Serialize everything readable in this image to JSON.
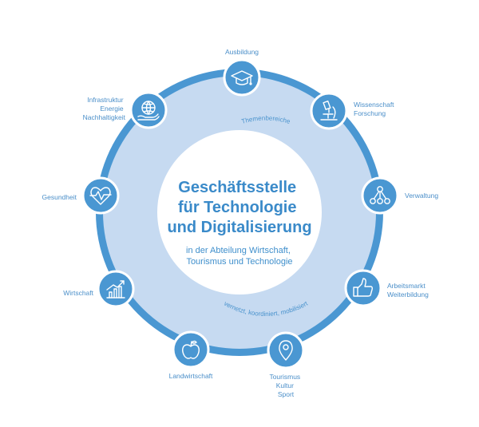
{
  "center": {
    "title_lines": [
      "Geschäftsstelle",
      "für Technologie",
      "und Digitalisierung"
    ],
    "subtitle_lines": [
      "in der Abteilung Wirtschaft,",
      "Tourismus und Technologie"
    ]
  },
  "arc_top": "Themenbereiche",
  "arc_bottom": "vernetzt, koordiniert, mobilisiert",
  "colors": {
    "ring": "#4a97d2",
    "band": "#c6daf1",
    "text": "#4b8fc9",
    "node_border": "#ffffff"
  },
  "nodes": [
    {
      "id": "ausbildung",
      "icon": "graduation-cap-icon",
      "label_lines": [
        "Ausbildung"
      ]
    },
    {
      "id": "wissenschaft",
      "icon": "microscope-icon",
      "label_lines": [
        "Wissenschaft",
        "Forschung"
      ]
    },
    {
      "id": "verwaltung",
      "icon": "network-icon",
      "label_lines": [
        "Verwaltung"
      ]
    },
    {
      "id": "arbeitsmarkt",
      "icon": "thumbs-up-icon",
      "label_lines": [
        "Arbeitsmarkt",
        "Weiterbildung"
      ]
    },
    {
      "id": "tourismus",
      "icon": "location-pin-icon",
      "label_lines": [
        "Tourismus",
        "Kultur",
        "Sport"
      ]
    },
    {
      "id": "landwirtschaft",
      "icon": "apple-icon",
      "label_lines": [
        "Landwirtschaft"
      ]
    },
    {
      "id": "wirtschaft",
      "icon": "bar-chart-icon",
      "label_lines": [
        "Wirtschaft"
      ]
    },
    {
      "id": "gesundheit",
      "icon": "heartbeat-icon",
      "label_lines": [
        "Gesundheit"
      ]
    },
    {
      "id": "infrastruktur",
      "icon": "globe-hand-icon",
      "label_lines": [
        "Infrastruktur",
        "Energie",
        "Nachhaltigkeit"
      ]
    }
  ]
}
